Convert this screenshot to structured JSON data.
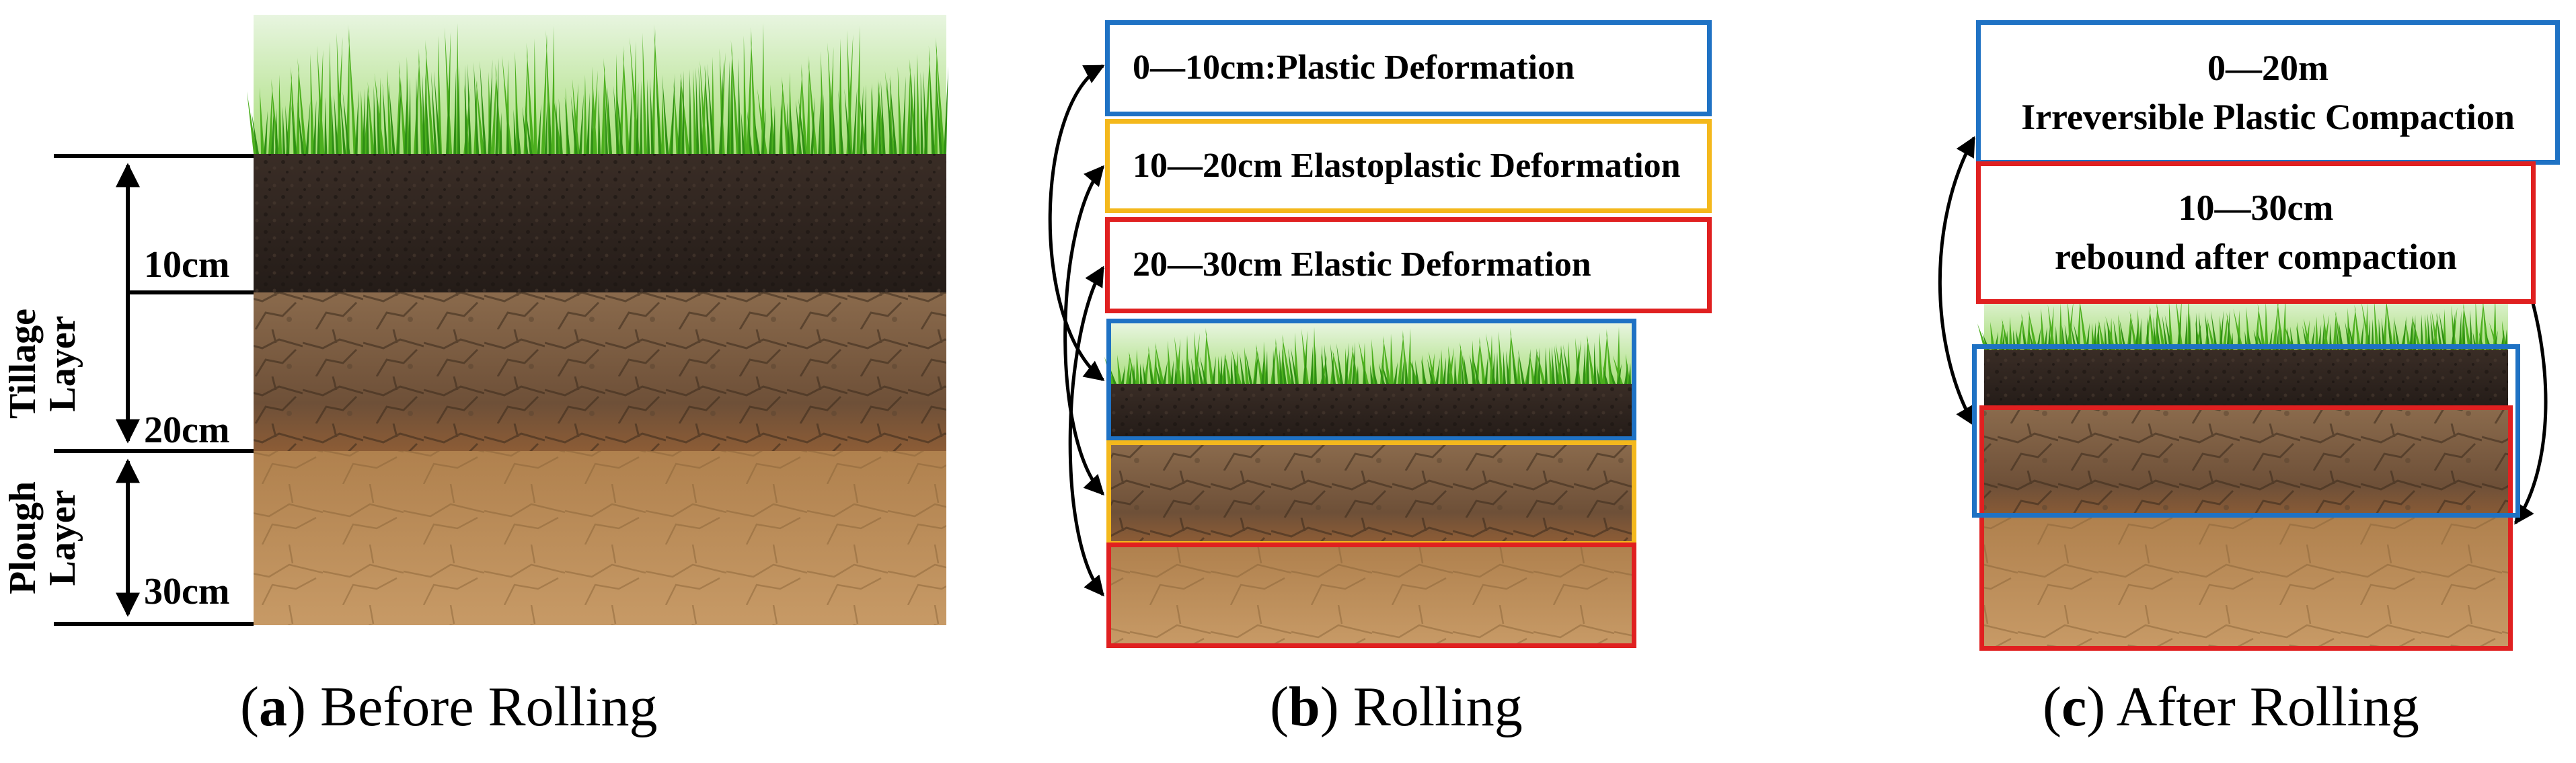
{
  "colors": {
    "blue": "#1f72c4",
    "yellow": "#f4b81c",
    "red": "#e02020",
    "grass": "#4caf1e",
    "topsoil": "#2f2520",
    "tillage": "#7a5b40",
    "plough": "#b98a58"
  },
  "panel_a": {
    "depth_labels": [
      "10cm",
      "20cm",
      "30cm"
    ],
    "layer_labels": [
      "Tillage Layer",
      "Plough Layer"
    ],
    "caption": {
      "letter": "a",
      "text": " Before Rolling"
    }
  },
  "panel_b": {
    "boxes": [
      {
        "color_key": "blue",
        "text": "0—10cm:Plastic Deformation"
      },
      {
        "color_key": "yellow",
        "text": "10—20cm Elastoplastic Deformation"
      },
      {
        "color_key": "red",
        "text": "20—30cm Elastic Deformation"
      }
    ],
    "caption": {
      "letter": "b",
      "text": " Rolling"
    }
  },
  "panel_c": {
    "boxes": [
      {
        "color_key": "blue",
        "lines": [
          "0—20m",
          "Irreversible Plastic Compaction"
        ]
      },
      {
        "color_key": "red",
        "lines": [
          "10—30cm",
          "rebound after compaction"
        ]
      }
    ],
    "caption": {
      "letter": "c",
      "text": " After Rolling"
    }
  }
}
